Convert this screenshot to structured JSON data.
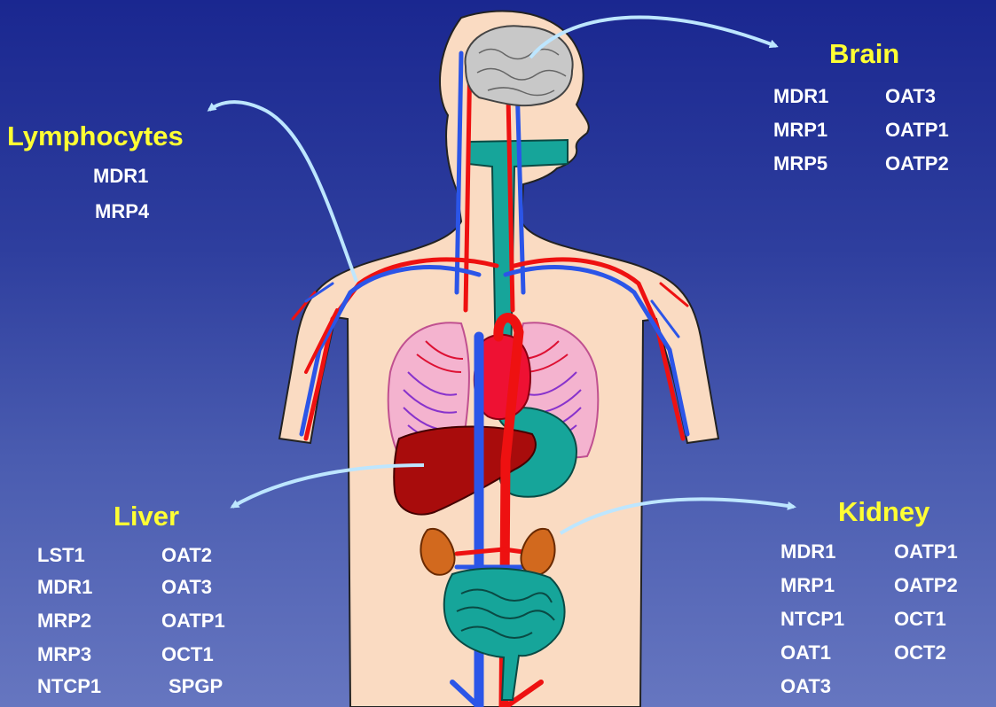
{
  "organs": {
    "brain": {
      "title": "Brain",
      "transporters": [
        "MDR1",
        "OAT3",
        "MRP1",
        "OATP1",
        "MRP5",
        "OATP2"
      ]
    },
    "lymphocytes": {
      "title": "Lymphocytes",
      "transporters": [
        "MDR1",
        "MRP4"
      ]
    },
    "liver": {
      "title": "Liver",
      "transporters": [
        "LST1",
        "OAT2",
        "MDR1",
        "OAT3",
        "MRP2",
        "OATP1",
        "MRP3",
        "OCT1",
        "NTCP1",
        "SPGP"
      ]
    },
    "kidney": {
      "title": "Kidney",
      "transporters": [
        "MDR1",
        "OATP1",
        "MRP1",
        "OATP2",
        "NTCP1",
        "OCT1",
        "OAT1",
        "OCT2",
        "OAT3"
      ]
    }
  },
  "colors": {
    "background_top": "#1a2790",
    "background_bottom": "#6676c0",
    "title_text": "#ffff33",
    "label_text": "#ffffff",
    "arrow": "#bde6ff",
    "skin": "#fadbc2",
    "artery": "#ee1111",
    "vein": "#2b55e8",
    "digestive": "#16a59a",
    "liver": "#a80c0c",
    "lung": "#f4b3cf",
    "brain": "#c8c8c8"
  }
}
